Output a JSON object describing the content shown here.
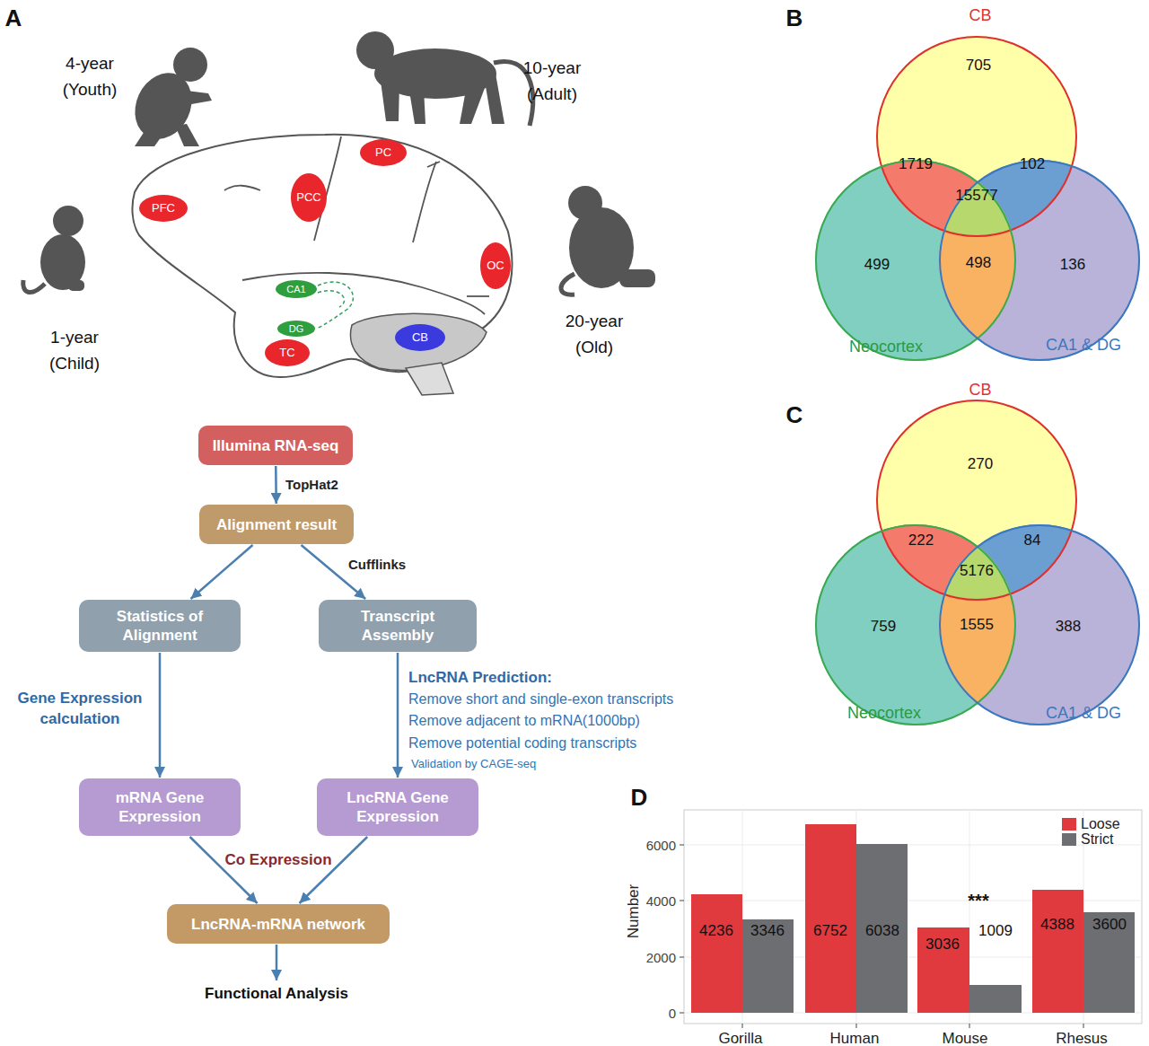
{
  "diagram": {
    "nodes": [
      {
        "text": [
          "PC"
        ]
      },
      {
        "text": [
          "PFC"
        ]
      },
      {
        "text": [
          "PCC"
        ]
      },
      {
        "text": [
          "OC"
        ]
      },
      {
        "text": [
          "CA1"
        ]
      },
      {
        "text": [
          "DG"
        ]
      },
      {
        "text": [
          "TC"
        ]
      },
      {
        "text": [
          "CB"
        ]
      },
      {
        "text": [
          "Illumina RNA-seq"
        ]
      },
      {
        "text": [
          "Alignment result"
        ]
      },
      {
        "text": [
          "Statistics of Alignment"
        ]
      },
      {
        "text": [
          "Transcript Assembly"
        ]
      },
      {
        "text": [
          "mRNA Gene Expression"
        ]
      },
      {
        "text": [
          "LncRNA Gene Expression"
        ]
      },
      {
        "text": [
          "LncRNA-mRNA network"
        ]
      },
      {
        "text": [
          "CB",
          "705"
        ]
      },
      {
        "text": [
          "Neocortex",
          "499"
        ]
      },
      {
        "text": [
          "CA1 & DG",
          "136"
        ]
      },
      {
        "text": [
          "CB",
          "270"
        ]
      },
      {
        "text": [
          "Neocortex",
          "759"
        ]
      },
      {
        "text": [
          "CA1 & DG",
          "388"
        ]
      }
    ],
    "edges": [
      {
        "from": 8,
        "to": 9,
        "label": "TopHat2",
        "arrow": "to"
      },
      {
        "from": 9,
        "to": 10,
        "arrow": "to"
      },
      {
        "from": 9,
        "to": 11,
        "label": "Cufflinks",
        "arrow": "to"
      },
      {
        "from": 10,
        "to": 12,
        "label": "Gene Expression calculation",
        "arrow": "to"
      },
      {
        "from": 11,
        "to": 13,
        "arrow": "to"
      },
      {
        "from": 12,
        "to": 14,
        "arrow": "to"
      },
      {
        "from": 13,
        "to": 14,
        "arrow": "to"
      }
    ],
    "labels": [
      "A",
      "B",
      "C",
      "D",
      "4-year (Youth)",
      "10-year (Adult)",
      "1-year (Child)",
      "20-year (Old)",
      "LncRNA Prediction:",
      "Remove short and single-exon transcripts",
      "Remove adjacent to mRNA(1000bp)",
      "Remove potential coding transcripts",
      "Validation by CAGE-seq",
      "Co Expression",
      "Functional Analysis",
      "1719",
      "102",
      "15577",
      "498",
      "222",
      "84",
      "5176",
      "1555",
      "6000",
      "4000",
      "2000",
      "0",
      "Number",
      "Gorilla",
      "Human",
      "Mouse",
      "Rhesus",
      "4236",
      "3346",
      "6752",
      "6038",
      "3036",
      "1009",
      "4388",
      "3600",
      "***"
    ],
    "legend": [
      {
        "text": "Loose",
        "color": "#e0393e"
      },
      {
        "text": "Strict",
        "color": "#6d6e71"
      }
    ]
  }
}
